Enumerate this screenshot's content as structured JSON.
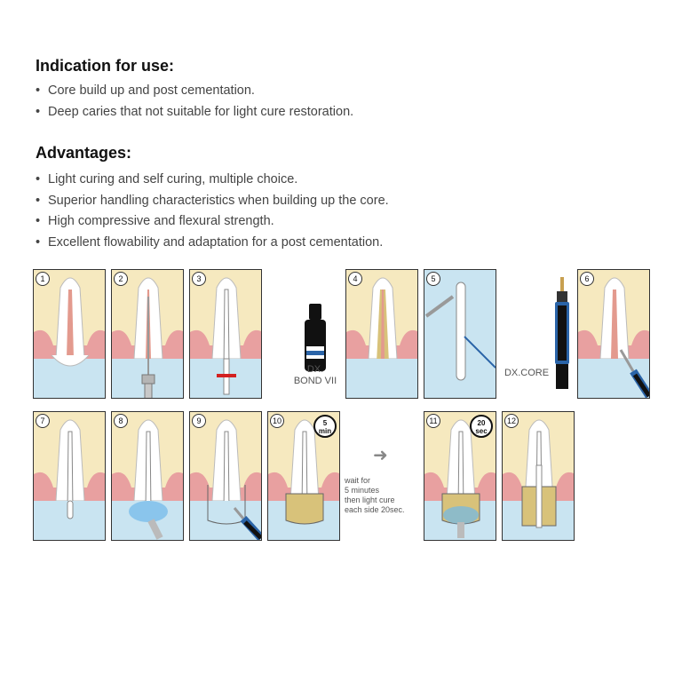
{
  "indication": {
    "heading": "Indication for use:",
    "items": [
      "Core build up and post cementation.",
      "Deep caries that not suitable for light cure restoration."
    ]
  },
  "advantages": {
    "heading": "Advantages:",
    "items": [
      "Light curing and self curing, multiple choice.",
      "Superior handling characteristics when building up the core.",
      "High compressive and flexural strength.",
      "Excellent flowability and adaptation for a post cementation."
    ]
  },
  "bullet_symbol": "•",
  "steps": [
    "1",
    "2",
    "3",
    "4",
    "5",
    "6",
    "7",
    "8",
    "9",
    "10",
    "11",
    "12"
  ],
  "products": {
    "bond_line1": "DX.",
    "bond_line2": "BOND VII",
    "core": "DX.CORE"
  },
  "timers": {
    "t10_value": "5",
    "t10_unit": "min",
    "t11_value": "20",
    "t11_unit": "sec"
  },
  "instruction": {
    "line1": "wait for",
    "line2": "5 minutes",
    "line3": "then light cure",
    "line4": "each side 20sec."
  },
  "arrow_symbol": "➜",
  "colors": {
    "bone": "#f6e9bf",
    "gum": "#e8a0a0",
    "water": "#c9e4f1",
    "canal": "#e39a8e",
    "core_material": "#d8c27a",
    "syringe_blue": "#2a64a8",
    "bond_red": "#d32020"
  }
}
